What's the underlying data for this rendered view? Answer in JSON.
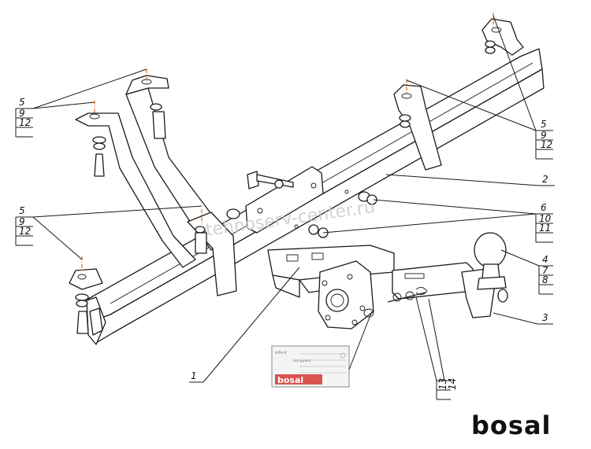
{
  "labels": {
    "group_left_top": [
      "5",
      "9",
      "12"
    ],
    "group_left_mid": [
      "5",
      "9",
      "12"
    ],
    "group_right_top": [
      "5",
      "9",
      "12"
    ],
    "group_right_mid": [
      "6",
      "10",
      "11"
    ],
    "part_2": "2",
    "part_1": "1",
    "part_3": "3",
    "part_ball": [
      "4",
      "7",
      "8"
    ],
    "part_pin": [
      "13",
      "14"
    ]
  },
  "plate": {
    "row1": "АЛН-Х",
    "row2": "Нагрузка",
    "brand": "bosal"
  },
  "watermark": "tehnoserv-center.ru",
  "logo": "bosal"
}
